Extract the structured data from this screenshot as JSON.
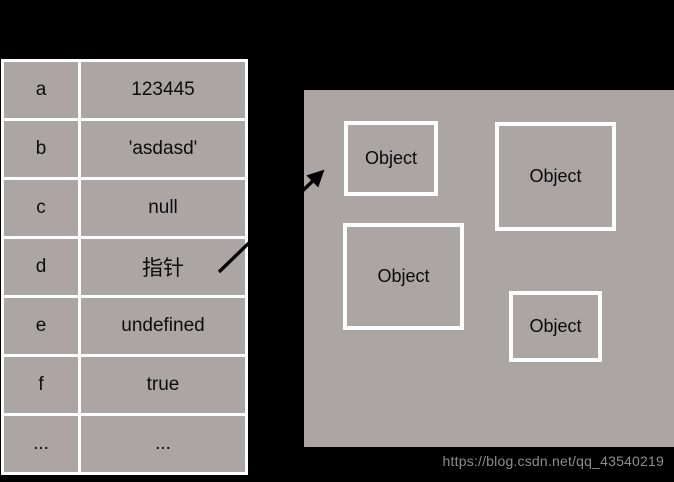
{
  "colors": {
    "background": "#000000",
    "cell_gray": "#aba6a4",
    "panel_gray": "#aba6a4",
    "border_white": "#ffffff",
    "arrow_black": "#000000",
    "watermark_gray": "#8d8d8d"
  },
  "variables_table": {
    "rows": [
      {
        "name": "a",
        "value": "123445"
      },
      {
        "name": "b",
        "value": "'asdasd'"
      },
      {
        "name": "c",
        "value": "null"
      },
      {
        "name": "d",
        "value": "指针"
      },
      {
        "name": "e",
        "value": "undefined"
      },
      {
        "name": "f",
        "value": "true"
      },
      {
        "name": "...",
        "value": "..."
      }
    ]
  },
  "heap_panel": {
    "boxes": [
      {
        "label": "Object"
      },
      {
        "label": "Object"
      },
      {
        "label": "Object"
      },
      {
        "label": "Object"
      }
    ]
  },
  "watermark": {
    "text": "https://blog.csdn.net/qq_43540219"
  }
}
